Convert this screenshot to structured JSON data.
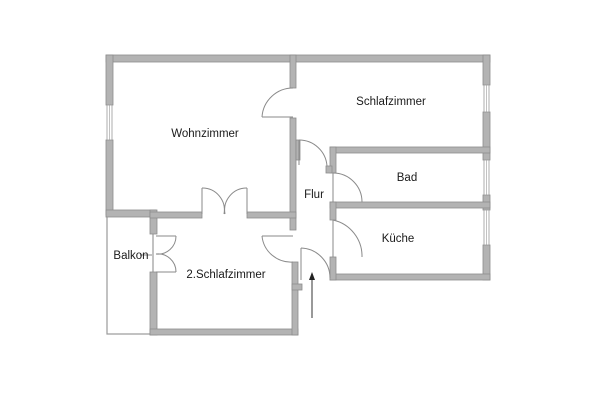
{
  "plan": {
    "rooms": [
      {
        "id": "wohnzimmer",
        "label": "Wohnzimmer"
      },
      {
        "id": "schlafzimmer",
        "label": "Schlafzimmer"
      },
      {
        "id": "bad",
        "label": "Bad"
      },
      {
        "id": "flur",
        "label": "Flur"
      },
      {
        "id": "kueche",
        "label": "Küche"
      },
      {
        "id": "balkon",
        "label": "Balkon"
      },
      {
        "id": "schlafzimmer2",
        "label": "2.Schlafzimmer"
      }
    ],
    "entrance": {
      "icon": "entrance-arrow-icon"
    },
    "colors": {
      "wall": "#b3b3b3",
      "wall_edge": "#8c8c8c",
      "text": "#1a1a1a",
      "background": "#ffffff"
    }
  }
}
